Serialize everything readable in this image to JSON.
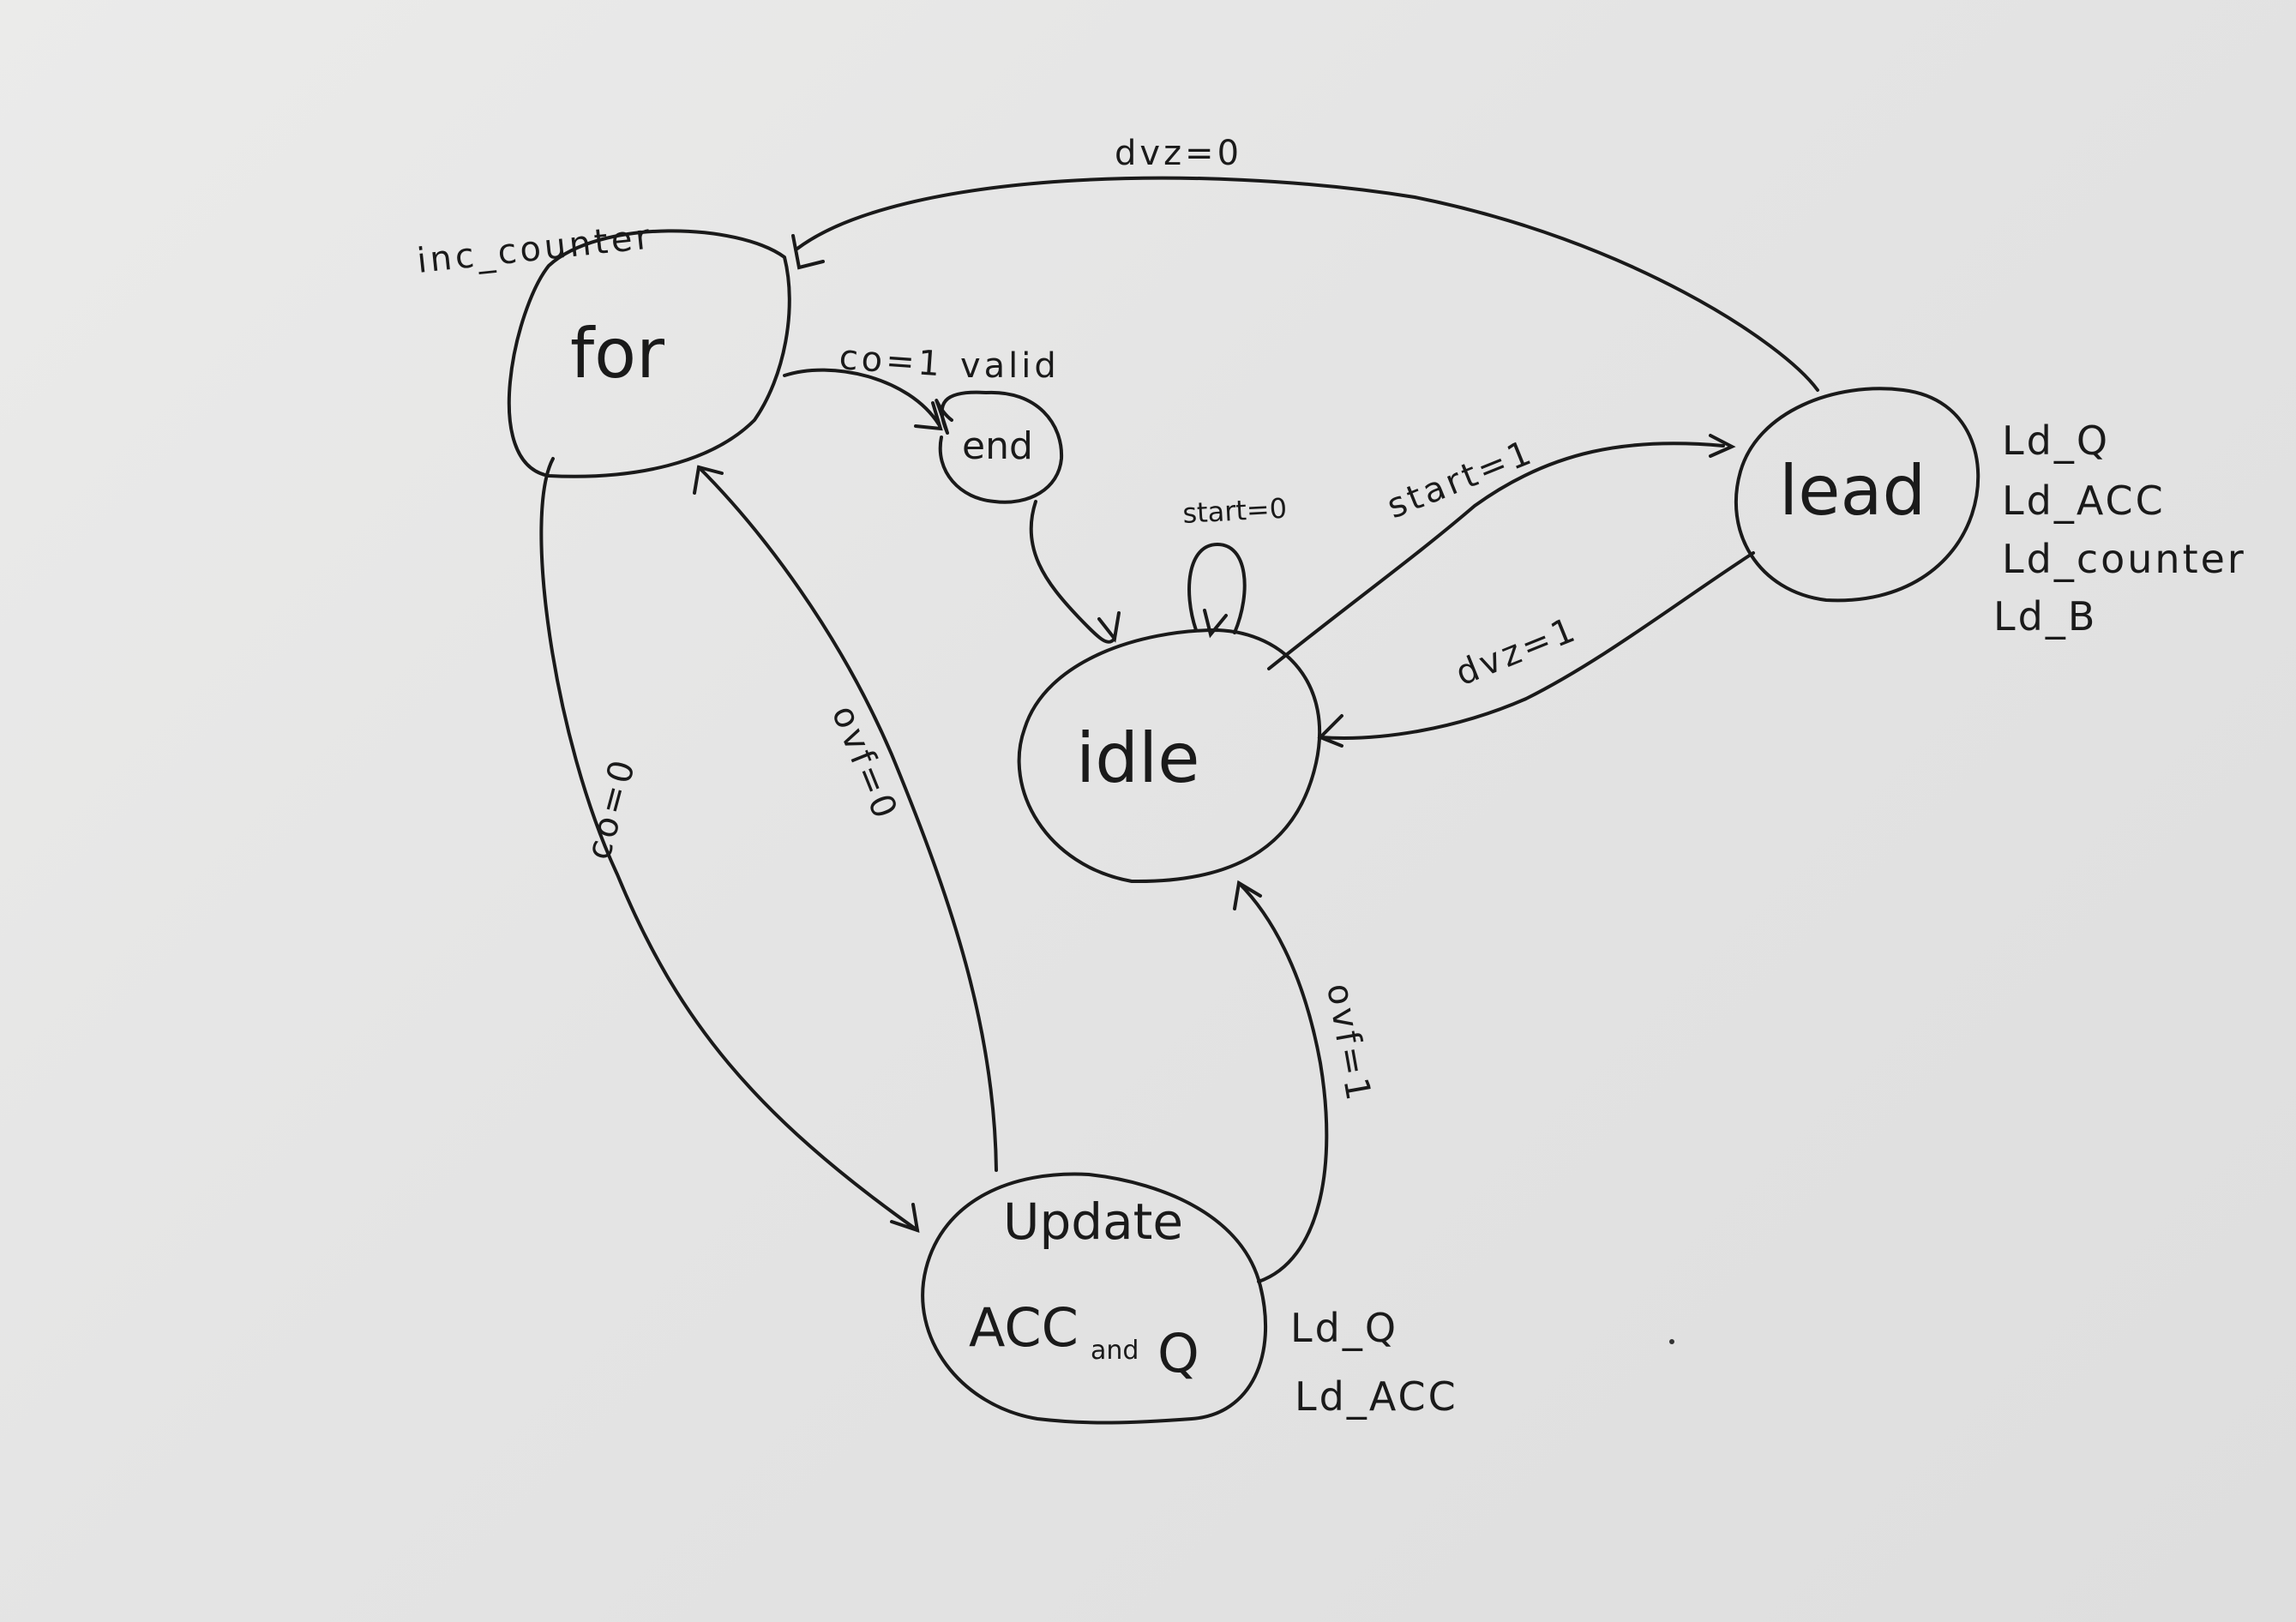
{
  "states": {
    "for": {
      "label": "for",
      "action": "inc_counter"
    },
    "end": {
      "label": "end",
      "note": "valid"
    },
    "idle": {
      "label": "idle"
    },
    "load": {
      "label": "lead",
      "actions": [
        "Ld_Q",
        "Ld_ACC",
        "Ld_counter",
        "Ld_B"
      ]
    },
    "update": {
      "line1": "Update",
      "line2": "ACC",
      "line3": "and",
      "line4": "Q",
      "actions": [
        "Ld_Q",
        "Ld_ACC"
      ]
    }
  },
  "transitions": {
    "load_to_for": "dvz=0",
    "for_to_end": "co=1",
    "idle_self": "start=0",
    "idle_to_load": "start=1",
    "load_to_idle": "dvz=1",
    "update_to_for": "ovf=0",
    "for_to_update": "co=0",
    "update_to_idle": "ovf=1"
  }
}
